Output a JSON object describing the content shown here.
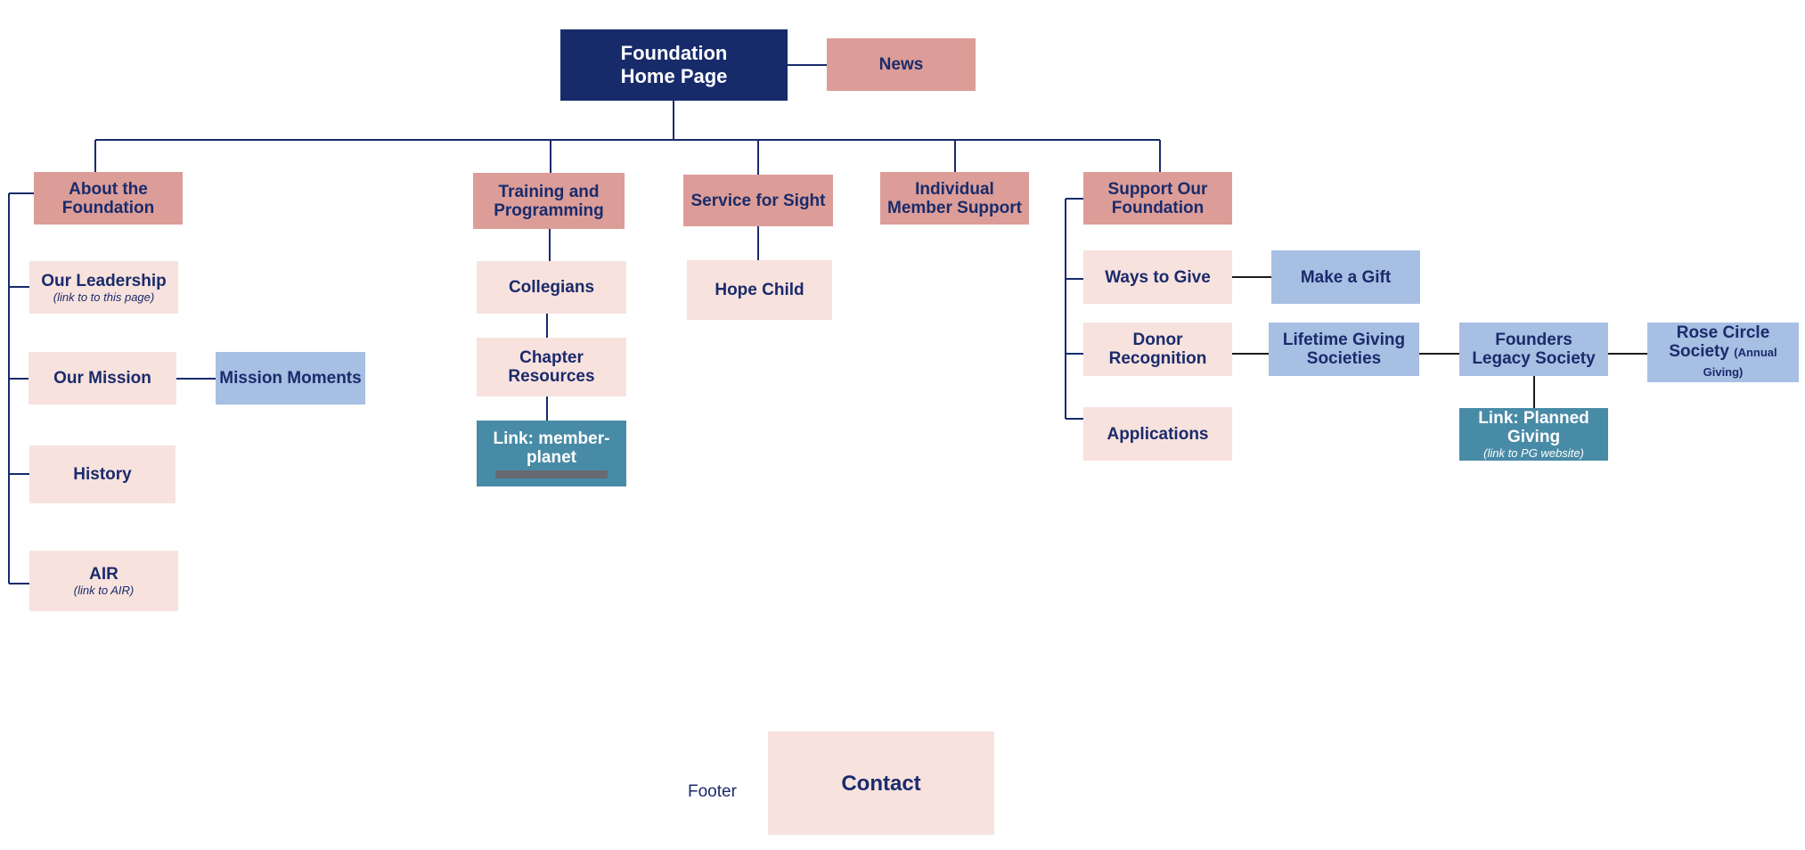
{
  "sitemap": {
    "home": "Foundation Home Page",
    "news": "News",
    "categories": {
      "about": "About the Foundation",
      "training": "Training and Programming",
      "service": "Service for Sight",
      "individual": "Individual Member Support",
      "support": "Support Our Foundation"
    },
    "about_children": {
      "leadership": "Our Leadership",
      "leadership_note": "(link to to this page)",
      "mission": "Our Mission",
      "mission_moments": "Mission Moments",
      "history": "History",
      "air": "AIR",
      "air_note": "(link to AIR)"
    },
    "training_children": {
      "collegians": "Collegians",
      "chapter_resources": "Chapter Resources",
      "member_planet": "Link: member-planet"
    },
    "service_children": {
      "hope_child": "Hope Child"
    },
    "support_children": {
      "ways_to_give": "Ways to Give",
      "make_a_gift": "Make a Gift",
      "donor_recognition": "Donor Recognition",
      "lifetime_giving": "Lifetime Giving Societies",
      "founders_legacy": "Founders Legacy Society",
      "rose_circle": "Rose Circle Society",
      "rose_circle_note": "(Annual Giving)",
      "planned_giving": "Link: Planned Giving",
      "planned_giving_note": "(link to PG website)",
      "applications": "Applications"
    }
  },
  "footer": {
    "label": "Footer",
    "contact": "Contact"
  },
  "colors": {
    "navy": "#172b6b",
    "category": "#dc9d98",
    "subpage": "#f8e2de",
    "external": "#a7bfe3",
    "link": "#488ba6"
  }
}
